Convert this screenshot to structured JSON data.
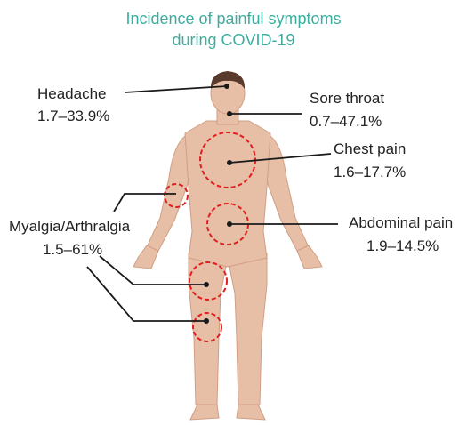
{
  "title": {
    "line1": "Incidence of painful symptoms",
    "line2": "during COVID-19"
  },
  "symptoms": [
    {
      "name": "Headache",
      "range": "1.7–33.9%"
    },
    {
      "name": "Sore throat",
      "range": "0.7–47.1%"
    },
    {
      "name": "Chest pain",
      "range": "1.6–17.7%"
    },
    {
      "name": "Abdominal pain",
      "range": "1.9–14.5%"
    },
    {
      "name": "Myalgia/Arthralgia",
      "range": "1.5–61%"
    }
  ],
  "colors": {
    "title": "#3aae9f",
    "skin": "#e7bea6",
    "skin_shadow": "#d8a88c",
    "hair": "#5a3a2c",
    "marker_circle": "#e02020",
    "leader_line": "#1a1a1a"
  }
}
